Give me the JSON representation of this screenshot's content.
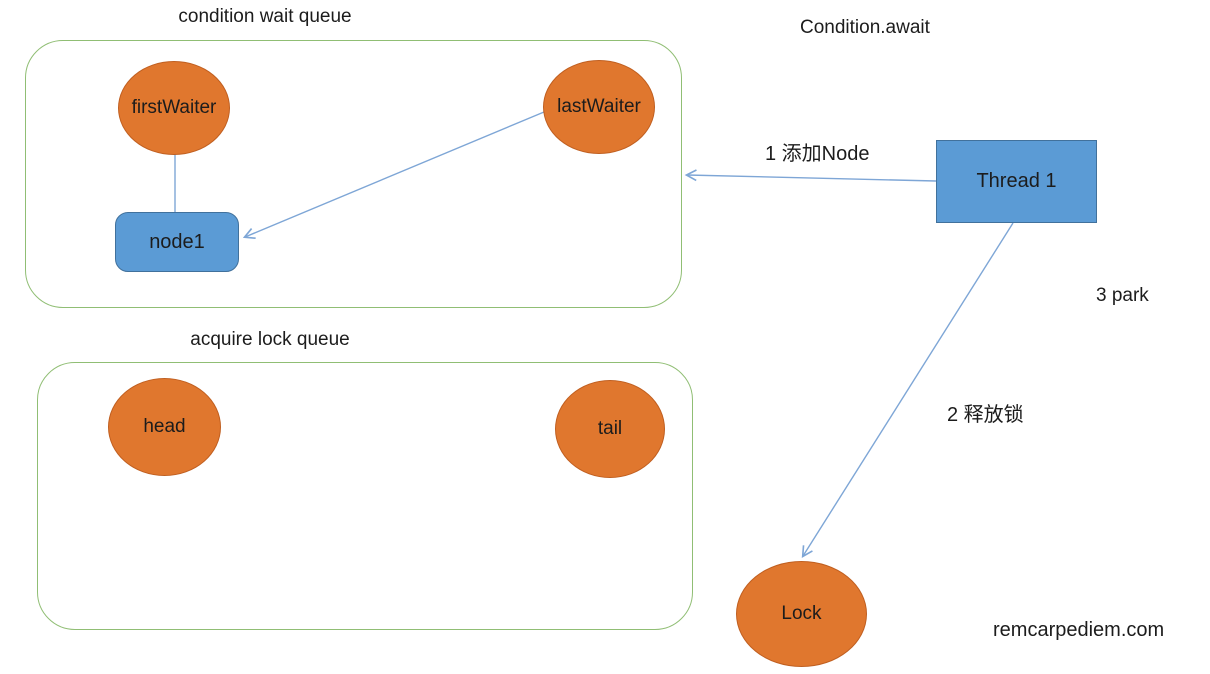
{
  "diagram": {
    "heading": "Condition.await",
    "watermark": "remcarpediem.com",
    "condition_queue": {
      "title": "condition wait queue",
      "first_waiter_label": "firstWaiter",
      "last_waiter_label": "lastWaiter",
      "node1_label": "node1"
    },
    "lock_queue": {
      "title": "acquire lock queue",
      "head_label": "head",
      "tail_label": "tail"
    },
    "thread_label": "Thread 1",
    "lock_label": "Lock",
    "annotations": {
      "step1": "1 添加Node",
      "step2": "2 释放锁",
      "step3": "3 park"
    }
  },
  "colors": {
    "orange_fill": "#E0772E",
    "orange_border": "#C05F20",
    "blue_fill": "#5B9BD5",
    "blue_border": "#41719C",
    "green_border": "#90BE74",
    "connector": "#7EA6D6",
    "text": "#1C1C1C"
  }
}
